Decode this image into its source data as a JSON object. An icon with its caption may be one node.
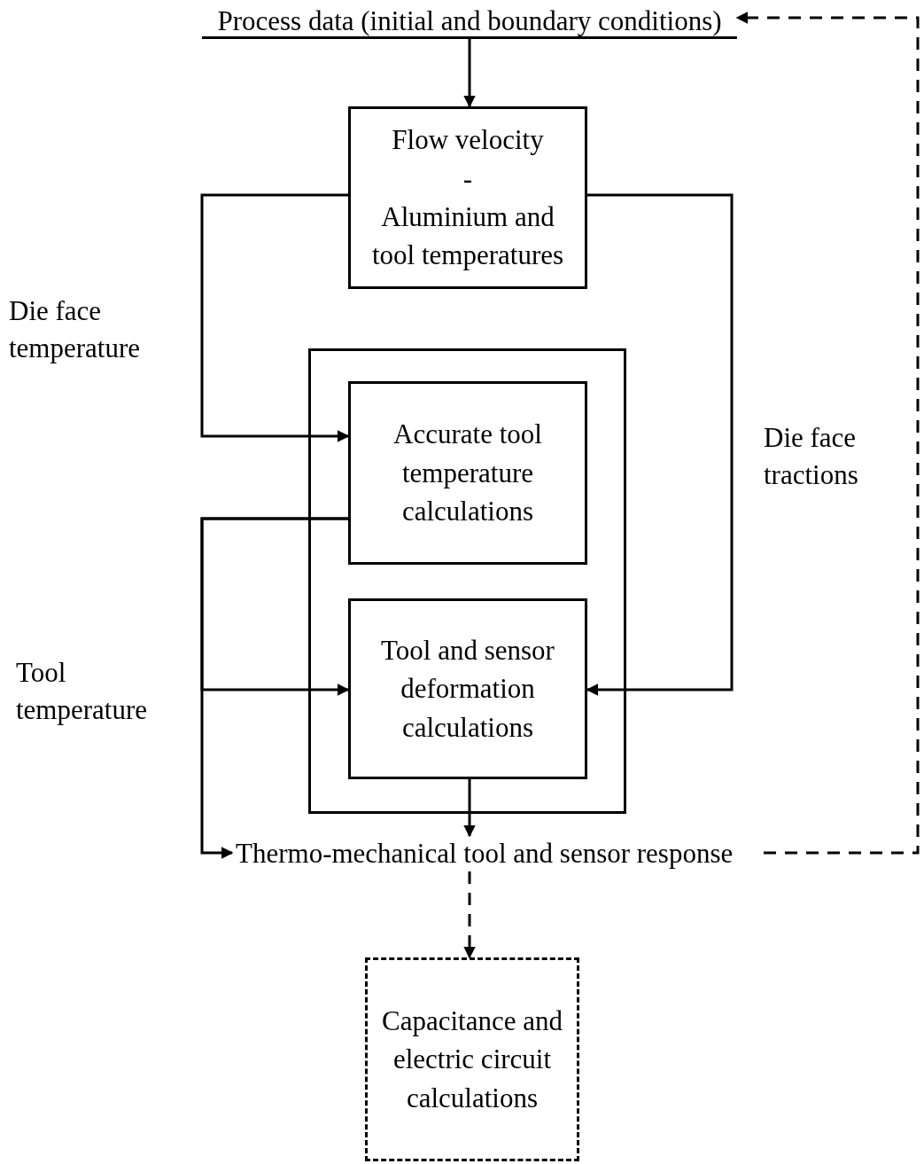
{
  "diagram": {
    "nodes": [
      {
        "text": [
          "Process data (initial and boundary conditions)"
        ]
      },
      {
        "text": [
          "Flow velocity",
          "-",
          "Aluminium and tool temperatures"
        ]
      },
      {
        "text": [],
        "shape": "box"
      },
      {
        "text": [
          "Accurate tool temperature calculations"
        ],
        "in": 2
      },
      {
        "text": [
          "Tool and sensor deformation calculations"
        ],
        "in": 2
      },
      {
        "text": [
          "Thermo-mechanical tool and sensor response"
        ]
      },
      {
        "text": [
          "Capacitance and electric circuit calculations"
        ]
      }
    ],
    "edges": [
      {
        "from": 0,
        "to": 1,
        "arrow": "to"
      },
      {
        "from": 1,
        "to": 3,
        "arrow": "to",
        "label": "Die face temperature"
      },
      {
        "from": 1,
        "to": 4,
        "arrow": "to",
        "label": "Die face tractions"
      },
      {
        "from": 3,
        "to": 4,
        "arrow": "to",
        "label": "Tool temperature"
      },
      {
        "from": 3,
        "to": 5,
        "arrow": "to"
      },
      {
        "from": 4,
        "to": 5,
        "arrow": "to"
      },
      {
        "from": 5,
        "to": 6,
        "arrow": "to",
        "style": "dashed"
      },
      {
        "from": 5,
        "to": 0,
        "arrow": "to",
        "style": "dashed"
      }
    ]
  }
}
